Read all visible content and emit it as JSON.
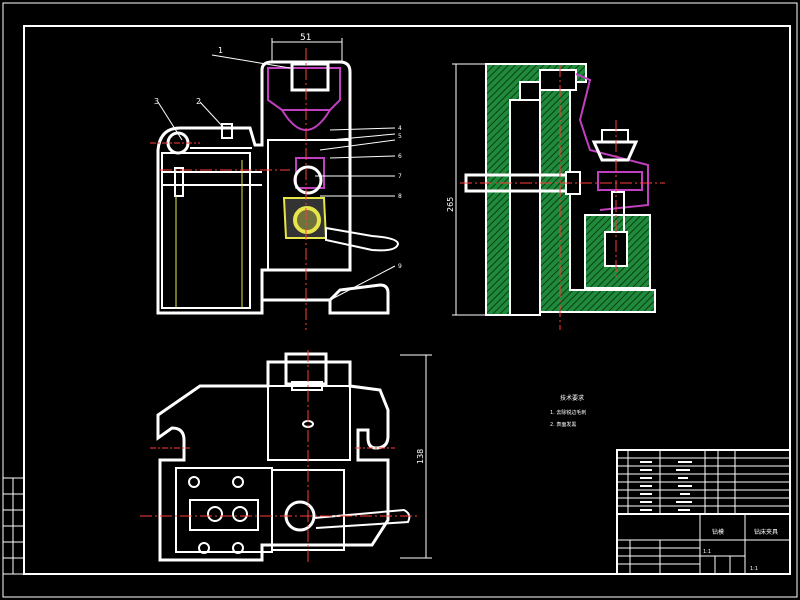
{
  "colors": {
    "background": "#000000",
    "outline": "#ffffff",
    "centerline": "#ff3b3b",
    "hatch": "#1f8a3a",
    "auxiliary": "#c040c0",
    "hidden_line": "#e6e64a"
  },
  "views": {
    "front": {
      "dimension_width": "51",
      "balloons": [
        "1",
        "2",
        "3",
        "4",
        "5",
        "6",
        "7",
        "8",
        "9"
      ]
    },
    "side": {
      "dimension_height": "265"
    },
    "top": {
      "dimension_depth": "138"
    }
  },
  "notes": {
    "heading": "技术要求",
    "items": [
      "1. 去除锐边毛刺",
      "2. 表面发黑"
    ]
  },
  "title_block": {
    "title": "钻模",
    "drawing_name": "钻床夹具",
    "scale": "1:1",
    "sheet": "1:1"
  }
}
